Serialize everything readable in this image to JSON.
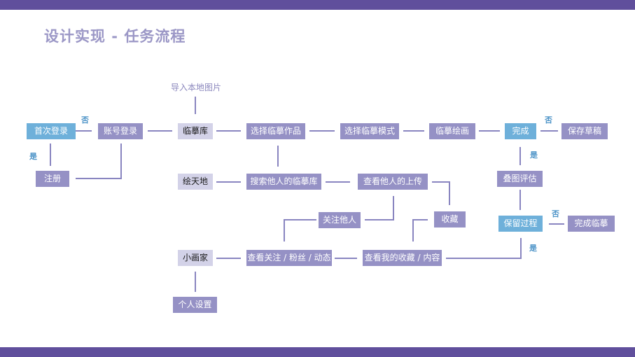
{
  "title": "设计实现 - 任务流程",
  "colors": {
    "bar": "#604f9c",
    "node_purple": "#9591c5",
    "node_blue": "#6eb0da",
    "node_light": "#d3d2e8",
    "title": "#9b97c6",
    "edge": "#8985c0"
  },
  "nodes": {
    "first_login": "首次登录",
    "account_login": "账号登录",
    "register": "注册",
    "import_local": "导入本地图片",
    "copy_library": "临摹库",
    "select_work": "选择临摹作品",
    "select_mode": "选择临摹模式",
    "copy_draw": "临摹绘画",
    "complete": "完成",
    "save_draft": "保存草稿",
    "art_world": "绘天地",
    "search_library": "搜索他人的临摹库",
    "view_uploads": "查看他人的上传",
    "overlay_eval": "叠图评估",
    "follow": "关注他人",
    "collect": "收藏",
    "keep_process": "保留过程",
    "finish_copy": "完成临摹",
    "little_painter": "小画家",
    "view_follow": "查看关注 / 粉丝 / 动态",
    "view_my_collect": "查看我的收藏 / 内容",
    "personal_settings": "个人设置"
  },
  "labels": {
    "no1": "否",
    "yes1": "是",
    "no2": "否",
    "yes2": "是",
    "no3": "否",
    "yes3": "是"
  }
}
